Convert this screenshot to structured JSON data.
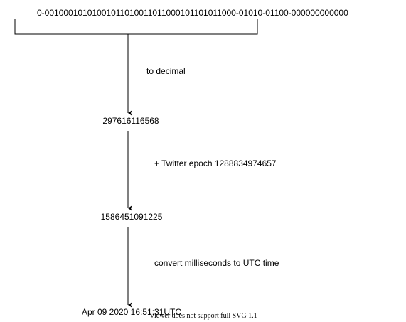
{
  "diagram": {
    "nodes": {
      "id_bits": "0-0010001010100101101001101100010110101100​0-01010-01100-000000000000",
      "decimal": "297616116568",
      "epoch_ms": "1586451091225",
      "utc_time": "Apr 09 2020 16:51:31UTC"
    },
    "edges": {
      "to_decimal": "to decimal",
      "add_epoch": "+ Twitter epoch 1288834974657",
      "convert": "convert milliseconds to UTC time"
    },
    "footer_note": "Viewer does not support full SVG 1.1"
  }
}
